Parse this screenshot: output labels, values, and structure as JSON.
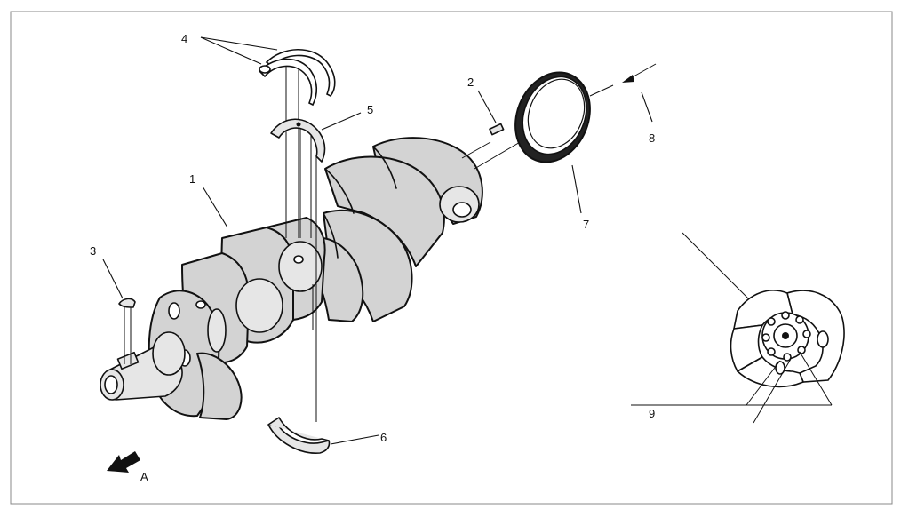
{
  "callouts": {
    "crankshaft": "1",
    "pin": "2",
    "key": "3",
    "thrust_washers": "4",
    "upper_bearing": "5",
    "lower_bearing": "6",
    "rear_oil_seal": "7",
    "direction_arrow": "8",
    "detail_view": "9",
    "view_a": "A"
  }
}
